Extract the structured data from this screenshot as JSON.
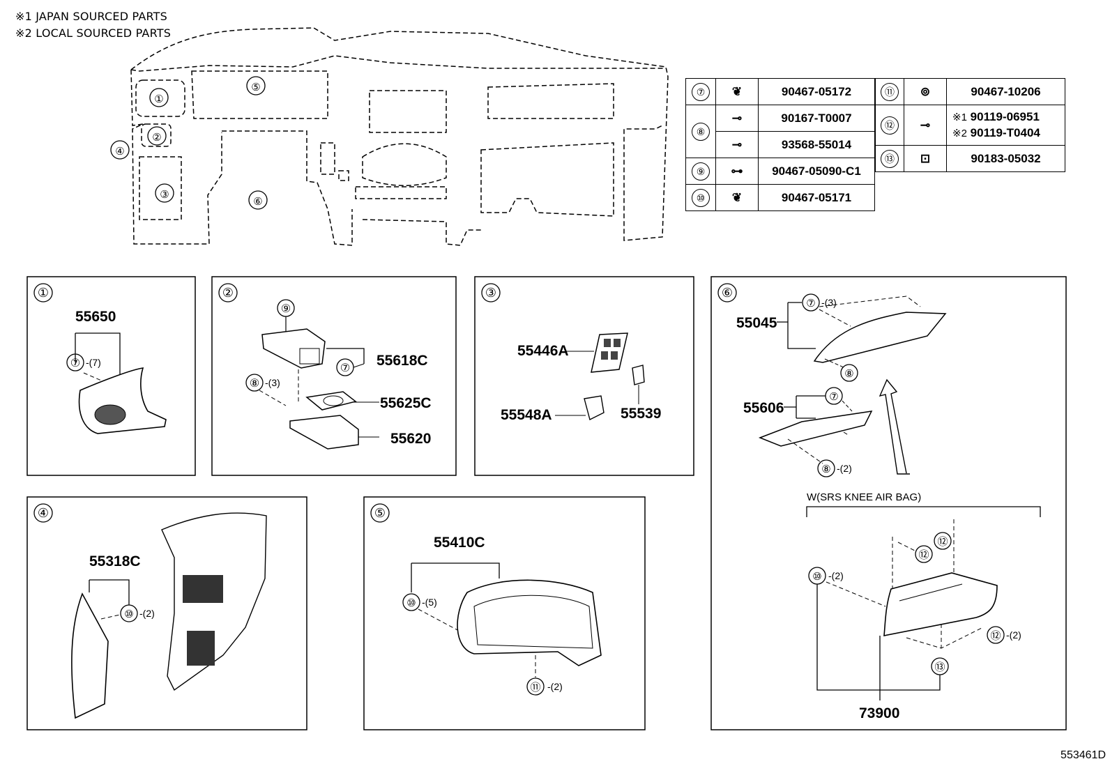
{
  "notes": [
    "※1 JAPAN SOURCED PARTS",
    "※2 LOCAL SOURCED PARTS"
  ],
  "ref_code": "553461D",
  "overview_labels": [
    "①",
    "②",
    "③",
    "④",
    "⑤",
    "⑥"
  ],
  "fastener_table": {
    "left": [
      {
        "key": "⑦",
        "parts": [
          "90467-05172"
        ]
      },
      {
        "key": "⑧",
        "parts": [
          "90167-T0007",
          "93568-55014"
        ]
      },
      {
        "key": "⑨",
        "parts": [
          "90467-05090-C1"
        ]
      },
      {
        "key": "⑩",
        "parts": [
          "90467-05171"
        ]
      }
    ],
    "right": [
      {
        "key": "⑪",
        "parts": [
          "90467-10206"
        ]
      },
      {
        "key": "⑫",
        "parts": [
          "90119-06951",
          "90119-T0404"
        ],
        "prefixes": [
          "※1",
          "※2"
        ]
      },
      {
        "key": "⑬",
        "parts": [
          "90183-05032"
        ]
      }
    ]
  },
  "panels": {
    "p1": {
      "num": "①",
      "part": "55650",
      "fastener": "⑦",
      "count": "-(7)"
    },
    "p2": {
      "num": "②",
      "clip": "⑨",
      "part_a": "55618C",
      "fastener_a": "⑦",
      "fastener_b": "⑧",
      "count_b": "-(3)",
      "part_b": "55625C",
      "part_c": "55620"
    },
    "p3": {
      "num": "③",
      "part_a": "55446A",
      "part_b": "55548A",
      "part_c": "55539"
    },
    "p4": {
      "num": "④",
      "part": "55318C",
      "fastener": "⑩",
      "count": "-(2)"
    },
    "p5": {
      "num": "⑤",
      "part": "55410C",
      "fastener_a": "⑩",
      "count_a": "-(5)",
      "fastener_b": "⑪",
      "count_b": "-(2)"
    },
    "p6": {
      "num": "⑥",
      "part_a": "55045",
      "f7a": "⑦",
      "count_7a": "-(3)",
      "f8a": "⑧",
      "part_b": "55606",
      "f7b": "⑦",
      "f8b": "⑧",
      "count_8b": "-(2)",
      "variant": "W(SRS KNEE AIR BAG)",
      "f12a": "⑫",
      "f12b": "⑫",
      "f12c": "⑫",
      "count_12c": "-(2)",
      "f10": "⑩",
      "count_10": "-(2)",
      "f13": "⑬",
      "part_c": "73900"
    }
  }
}
